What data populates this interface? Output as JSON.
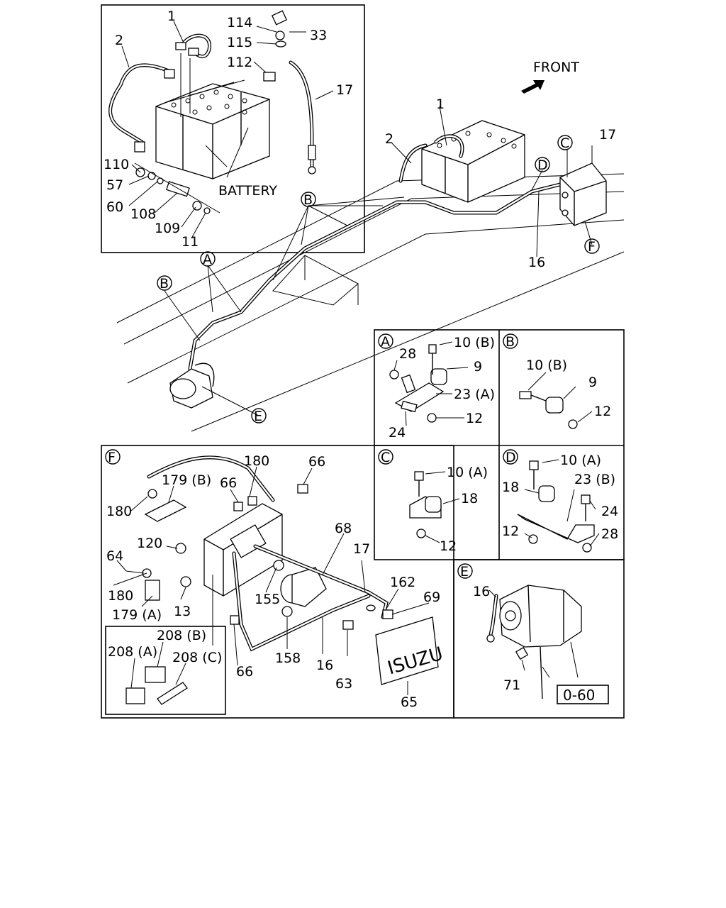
{
  "diagram": {
    "front_label": "FRONT",
    "battery_label": "BATTERY",
    "isuzu_text": "ISUZU",
    "ref_box": "0-60",
    "labels": {
      "l1a": "1",
      "l2a": "2",
      "l114": "114",
      "l115": "115",
      "l33": "33",
      "l112": "112",
      "l17a": "17",
      "l110": "110",
      "l57": "57",
      "l60": "60",
      "l108": "108",
      "l109": "109",
      "l11": "11",
      "l1b": "1",
      "l2b": "2",
      "l17b": "17",
      "l16a": "16",
      "cA_main": "A",
      "cB_main1": "B",
      "cB_main2": "B",
      "cC_main": "C",
      "cD_main": "D",
      "cE_main": "E",
      "cF_main": "F",
      "A_hdr": "A",
      "A_28": "28",
      "A_10B": "10 (B)",
      "A_9": "9",
      "A_23A": "23 (A)",
      "A_12": "12",
      "A_24": "24",
      "B_hdr": "B",
      "B_10B": "10 (B)",
      "B_9": "9",
      "B_12": "12",
      "C_hdr": "C",
      "C_10A": "10 (A)",
      "C_18": "18",
      "C_12": "12",
      "D_hdr": "D",
      "D_10A": "10 (A)",
      "D_18": "18",
      "D_23B": "23 (B)",
      "D_24": "24",
      "D_12": "12",
      "D_28": "28",
      "E_hdr": "E",
      "E_16": "16",
      "E_71": "71",
      "F_hdr": "F",
      "F_180a": "180",
      "F_66a": "66",
      "F_179B": "179 (B)",
      "F_66b": "66",
      "F_180b": "180",
      "F_120": "120",
      "F_68": "68",
      "F_64": "64",
      "F_17": "17",
      "F_162": "162",
      "F_69": "69",
      "F_180c": "180",
      "F_155": "155",
      "F_179A": "179 (A)",
      "F_13": "13",
      "F_208B": "208 (B)",
      "F_208A": "208 (A)",
      "F_208C": "208 (C)",
      "F_158": "158",
      "F_16": "16",
      "F_63": "63",
      "F_66c": "66",
      "F_65": "65"
    }
  }
}
